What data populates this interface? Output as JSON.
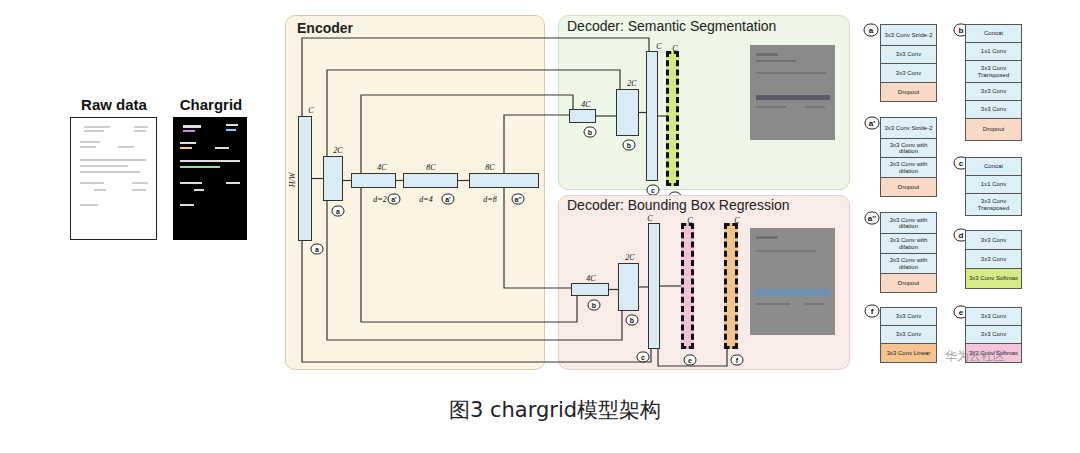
{
  "diagram": {
    "caption": "图3 chargrid模型架构",
    "nodes": [
      {
        "text": [
          "Raw data"
        ]
      },
      {
        "text": [
          "Chargrid"
        ]
      },
      {
        "text": [
          "Encoder"
        ]
      },
      {
        "text": [
          "C",
          "H/W",
          "a"
        ],
        "in": 2
      },
      {
        "text": [
          "2C",
          "a"
        ],
        "in": 2
      },
      {
        "text": [
          "4C",
          "d=2",
          "a'"
        ],
        "in": 2
      },
      {
        "text": [
          "8C",
          "d=4",
          "a'"
        ],
        "in": 2
      },
      {
        "text": [
          "8C",
          "d=8",
          "a''"
        ],
        "in": 2
      },
      {
        "text": [
          "Decoder: Semantic Segmentation"
        ]
      },
      {
        "text": [
          "4C",
          "b"
        ],
        "in": 8
      },
      {
        "text": [
          "2C",
          "b"
        ],
        "in": 8
      },
      {
        "text": [
          "C",
          "c"
        ],
        "in": 8
      },
      {
        "text": [
          "C",
          "d"
        ],
        "in": 8
      },
      {
        "text": [
          "Decoder: Bounding Box Regression"
        ]
      },
      {
        "text": [
          "4C",
          "b"
        ],
        "in": 13
      },
      {
        "text": [
          "2C",
          "b"
        ],
        "in": 13
      },
      {
        "text": [
          "C",
          "c"
        ],
        "in": 13
      },
      {
        "text": [
          "C",
          "e"
        ],
        "in": 13
      },
      {
        "text": [
          "C",
          "f"
        ],
        "in": 13
      },
      {
        "text": [
          "a"
        ]
      },
      {
        "text": [
          "3x3 Conv Stride-2"
        ],
        "in": 19
      },
      {
        "text": [
          "3x3 Conv"
        ],
        "in": 19
      },
      {
        "text": [
          "3x3 Conv"
        ],
        "in": 19
      },
      {
        "text": [
          "Dropout"
        ],
        "in": 19
      },
      {
        "text": [
          "a'"
        ]
      },
      {
        "text": [
          "3x3 Conv Stride-2"
        ],
        "in": 24
      },
      {
        "text": [
          "3x3 Conv with dilation"
        ],
        "in": 24
      },
      {
        "text": [
          "3x3 Conv with dilation"
        ],
        "in": 24
      },
      {
        "text": [
          "Dropout"
        ],
        "in": 24
      },
      {
        "text": [
          "a''"
        ]
      },
      {
        "text": [
          "3x3 Conv with dilation"
        ],
        "in": 29
      },
      {
        "text": [
          "3x3 Conv with dilation"
        ],
        "in": 29
      },
      {
        "text": [
          "3x3 Conv with dilation"
        ],
        "in": 29
      },
      {
        "text": [
          "Dropout"
        ],
        "in": 29
      },
      {
        "text": [
          "f"
        ]
      },
      {
        "text": [
          "3x3 Conv"
        ],
        "in": 34
      },
      {
        "text": [
          "3x3 Conv"
        ],
        "in": 34
      },
      {
        "text": [
          "3x3 Conv Linear"
        ],
        "in": 34
      },
      {
        "text": [
          "b"
        ]
      },
      {
        "text": [
          "Concat"
        ],
        "in": 38
      },
      {
        "text": [
          "1x1 Conv"
        ],
        "in": 38
      },
      {
        "text": [
          "3x3 Conv Transposed"
        ],
        "in": 38
      },
      {
        "text": [
          "3x3 Conv"
        ],
        "in": 38
      },
      {
        "text": [
          "3x3 Conv"
        ],
        "in": 38
      },
      {
        "text": [
          "Dropout"
        ],
        "in": 38
      },
      {
        "text": [
          "c"
        ]
      },
      {
        "text": [
          "Concat"
        ],
        "in": 45
      },
      {
        "text": [
          "1x1 Conv"
        ],
        "in": 45
      },
      {
        "text": [
          "3x3 Conv Transposed"
        ],
        "in": 45
      },
      {
        "text": [
          "d"
        ]
      },
      {
        "text": [
          "3x3 Conv"
        ],
        "in": 49
      },
      {
        "text": [
          "3x3 Conv"
        ],
        "in": 49
      },
      {
        "text": [
          "3x3 Conv Softmax"
        ],
        "in": 49
      },
      {
        "text": [
          "e"
        ]
      },
      {
        "text": [
          "3x3 Conv"
        ],
        "in": 53
      },
      {
        "text": [
          "3x3 Conv"
        ],
        "in": 53
      },
      {
        "text": [
          "3x3 Conv Softmax"
        ],
        "in": 53
      }
    ],
    "edges": [
      {
        "from": 3,
        "to": 4,
        "arrow": "none"
      },
      {
        "from": 4,
        "to": 5,
        "arrow": "none"
      },
      {
        "from": 5,
        "to": 6,
        "arrow": "none"
      },
      {
        "from": 6,
        "to": 7,
        "arrow": "none"
      },
      {
        "from": 7,
        "to": 9,
        "arrow": "none"
      },
      {
        "from": 7,
        "to": 14,
        "arrow": "none"
      },
      {
        "from": 9,
        "to": 10,
        "arrow": "none"
      },
      {
        "from": 10,
        "to": 11,
        "arrow": "none"
      },
      {
        "from": 11,
        "to": 12,
        "arrow": "none"
      },
      {
        "from": 14,
        "to": 15,
        "arrow": "none"
      },
      {
        "from": 15,
        "to": 16,
        "arrow": "none"
      },
      {
        "from": 16,
        "to": 17,
        "arrow": "none"
      },
      {
        "from": 16,
        "to": 18,
        "arrow": "none"
      },
      {
        "from": 3,
        "to": 11,
        "arrow": "none"
      },
      {
        "from": 3,
        "to": 16,
        "arrow": "none"
      },
      {
        "from": 4,
        "to": 10,
        "arrow": "none"
      },
      {
        "from": 4,
        "to": 15,
        "arrow": "none"
      },
      {
        "from": 5,
        "to": 9,
        "arrow": "none"
      },
      {
        "from": 5,
        "to": 14,
        "arrow": "none"
      }
    ],
    "labels": [
      "华为云社区"
    ]
  }
}
